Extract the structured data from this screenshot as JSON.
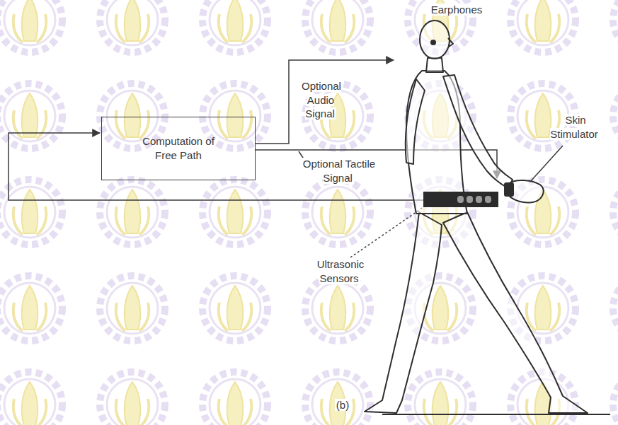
{
  "diagram": {
    "nodes": [
      {
        "text": [
          "Computation of Free Path"
        ]
      }
    ],
    "labels": [
      "Earphones",
      "Optional Audio Signal",
      "Optional Tactile Signal",
      "Skin Stimulator",
      "Ultrasonic Sensors",
      "(b)"
    ]
  }
}
